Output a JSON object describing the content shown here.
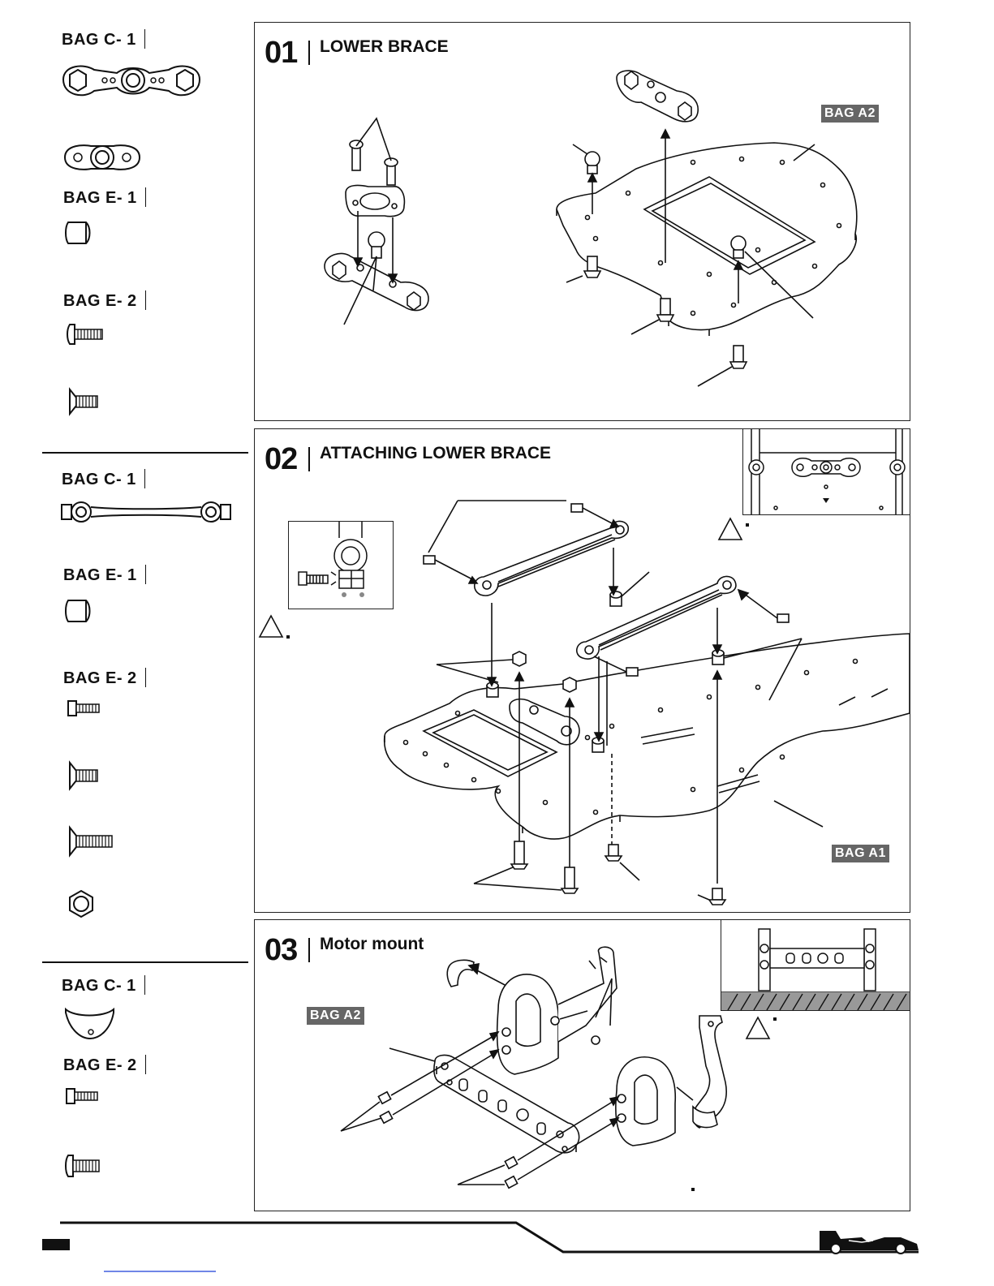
{
  "sidebar": {
    "section1": {
      "bag_c": "BAG C- 1",
      "bag_e1": "BAG E- 1",
      "bag_e2": "BAG E- 2"
    },
    "section2": {
      "bag_c": "BAG C- 1",
      "bag_e1": "BAG E- 1",
      "bag_e2": "BAG E- 2"
    },
    "section3": {
      "bag_c": "BAG C- 1",
      "bag_e2": "BAG E- 2"
    }
  },
  "steps": [
    {
      "number": "01",
      "title": "LOWER BRACE",
      "badge": "BAG A2"
    },
    {
      "number": "02",
      "title": "ATTACHING LOWER BRACE",
      "badge": "BAG A1"
    },
    {
      "number": "03",
      "title": "Motor mount",
      "badge": "BAG A2"
    }
  ],
  "icons": {
    "warning": "warning-triangle-icon",
    "logo": "race-car-logo-icon"
  },
  "colors": {
    "line": "#111111",
    "badge": "#666666",
    "link": "#1a3fd6"
  }
}
